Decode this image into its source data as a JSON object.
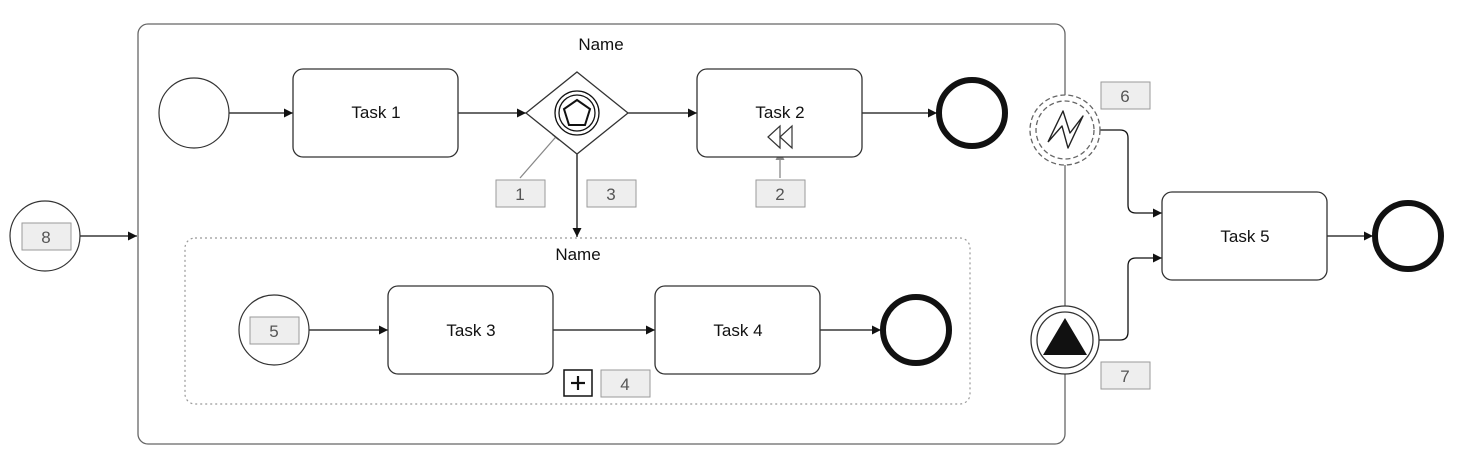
{
  "diagram": {
    "subprocess_title": "Name",
    "inner_subprocess_title": "Name",
    "tasks": {
      "task1": "Task 1",
      "task2": "Task 2",
      "task3": "Task 3",
      "task4": "Task 4",
      "task5": "Task 5"
    },
    "callouts": [
      "1",
      "2",
      "3",
      "4",
      "5",
      "6",
      "7",
      "8"
    ],
    "icons": {
      "gateway": "event-based-gateway-pentagon-icon",
      "task2_marker": "compensation-marker-icon",
      "collapse_marker": "plus-marker-icon",
      "boundary_top": "error-boundary-event-lightning-icon",
      "boundary_bottom": "signal-boundary-event-triangle-icon"
    },
    "colors": {
      "stroke": "#333333",
      "callout_fill": "#eeeeee",
      "association": "#888888"
    }
  }
}
